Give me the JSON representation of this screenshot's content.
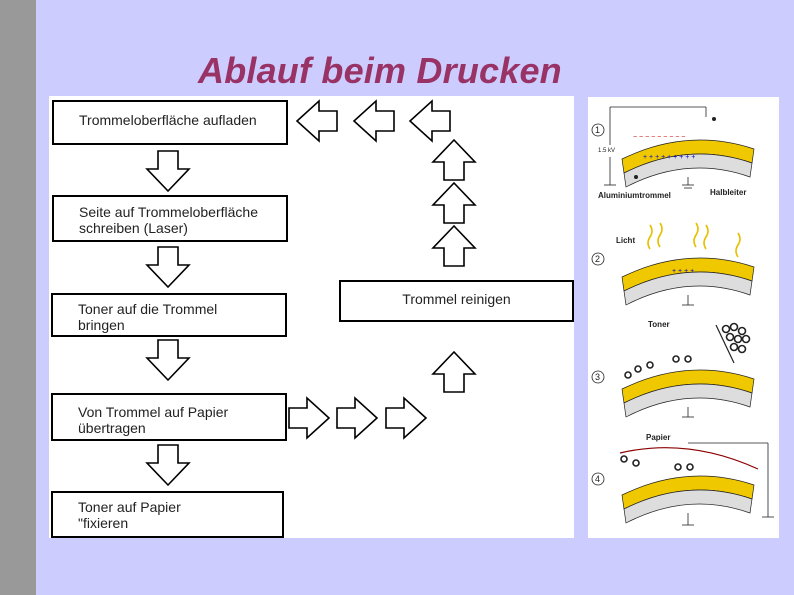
{
  "title": "Ablauf beim Drucken",
  "steps": [
    {
      "text": "Trommeloberfläche aufladen"
    },
    {
      "text": "Seite auf Trommeloberfläche\nschreiben (Laser)"
    },
    {
      "text": "Toner auf die Trommel\nbringen"
    },
    {
      "text": "Von Trommel auf Papier\nübertragen"
    },
    {
      "text": "Toner auf Papier\n\"fixieren"
    }
  ],
  "clean_step": {
    "text": "Trommel reinigen"
  },
  "illustration": {
    "numbers": [
      "1",
      "2",
      "3",
      "4"
    ],
    "voltage": "1.5 kV",
    "drum_label": "Aluminiumtrommel",
    "semiconductor_label": "Halbleiter",
    "light_label": "Licht",
    "toner_label": "Toner",
    "paper_label": "Papier"
  },
  "colors": {
    "background": "#ccccff",
    "sidebar": "#999999",
    "title": "#993366",
    "drum_coating": "#f0c800"
  }
}
